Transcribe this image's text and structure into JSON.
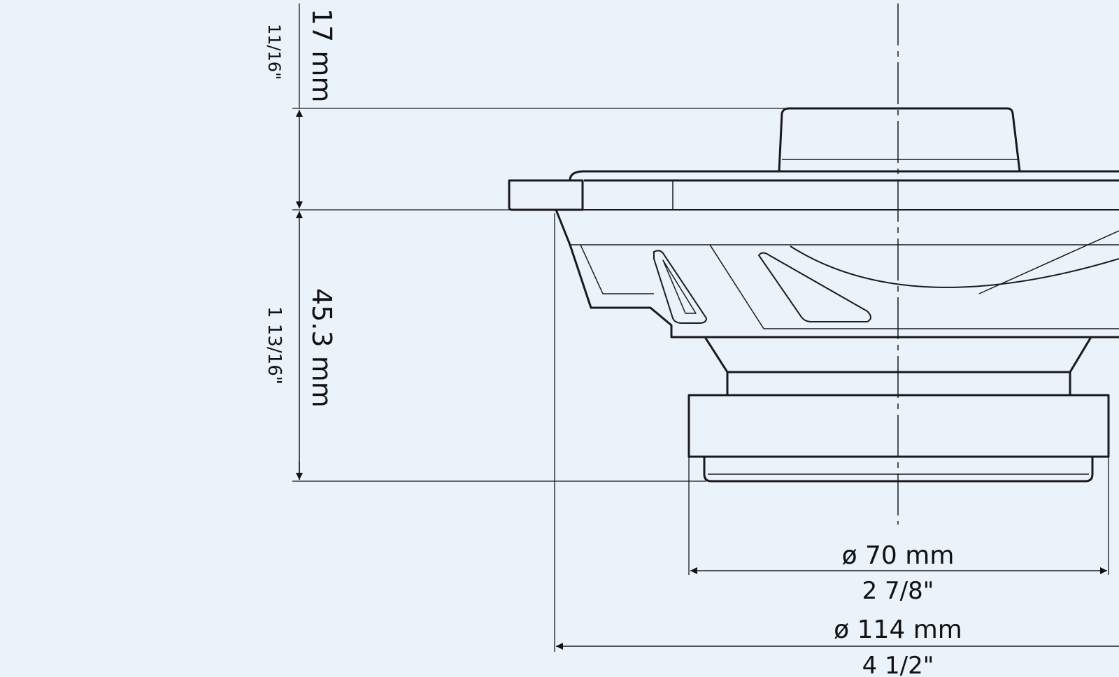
{
  "dimensions": {
    "top_height_mm": "17 mm",
    "top_height_in": "11/16\"",
    "body_height_mm": "45.3 mm",
    "body_height_in": "1 13/16\"",
    "magnet_diameter_mm": "ø 70 mm",
    "magnet_diameter_in": "2 7/8\"",
    "mount_diameter_mm": "ø 114 mm",
    "mount_diameter_in": "4 1/2\""
  },
  "colors": {
    "background": "#eaf2fa",
    "line": "#1a1a1a"
  }
}
